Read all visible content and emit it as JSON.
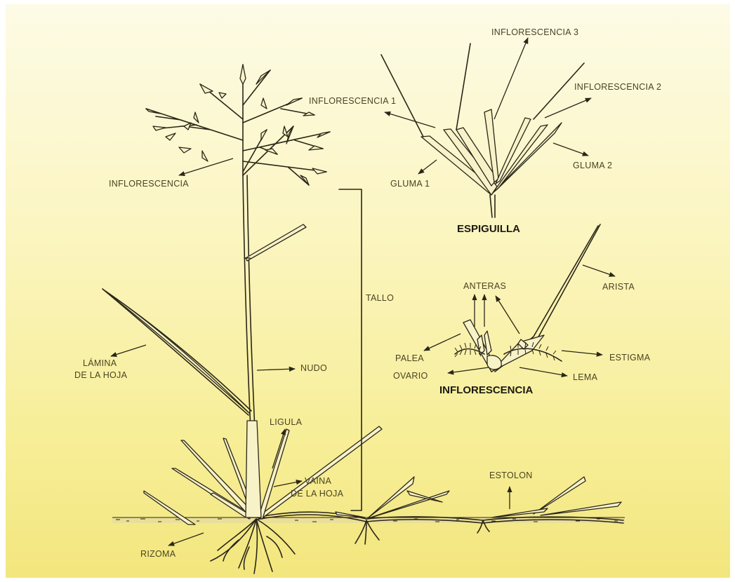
{
  "labels": {
    "inflorescencia": "INFLORESCENCIA",
    "tallo": "TALLO",
    "lamina_line1": "LÁMINA",
    "lamina_line2": "DE LA HOJA",
    "nudo": "NUDO",
    "ligula": "LIGULA",
    "vaina_line1": "VAINA",
    "vaina_line2": "DE LA HOJA",
    "rizoma": "RIZOMA",
    "estolon": "ESTOLON",
    "inflorescencia_1": "INFLORESCENCIA 1",
    "inflorescencia_2": "INFLORESCENCIA 2",
    "inflorescencia_3": "INFLORESCENCIA 3",
    "gluma_1": "GLUMA 1",
    "gluma_2": "GLUMA 2",
    "espiguilla_title": "ESPIGUILLA",
    "anteras": "ANTERAS",
    "arista": "ARISTA",
    "palea": "PALEA",
    "estigma": "ESTIGMA",
    "ovario": "OVARIO",
    "lema": "LEMA",
    "inflorescencia_title": "INFLORESCENCIA"
  }
}
